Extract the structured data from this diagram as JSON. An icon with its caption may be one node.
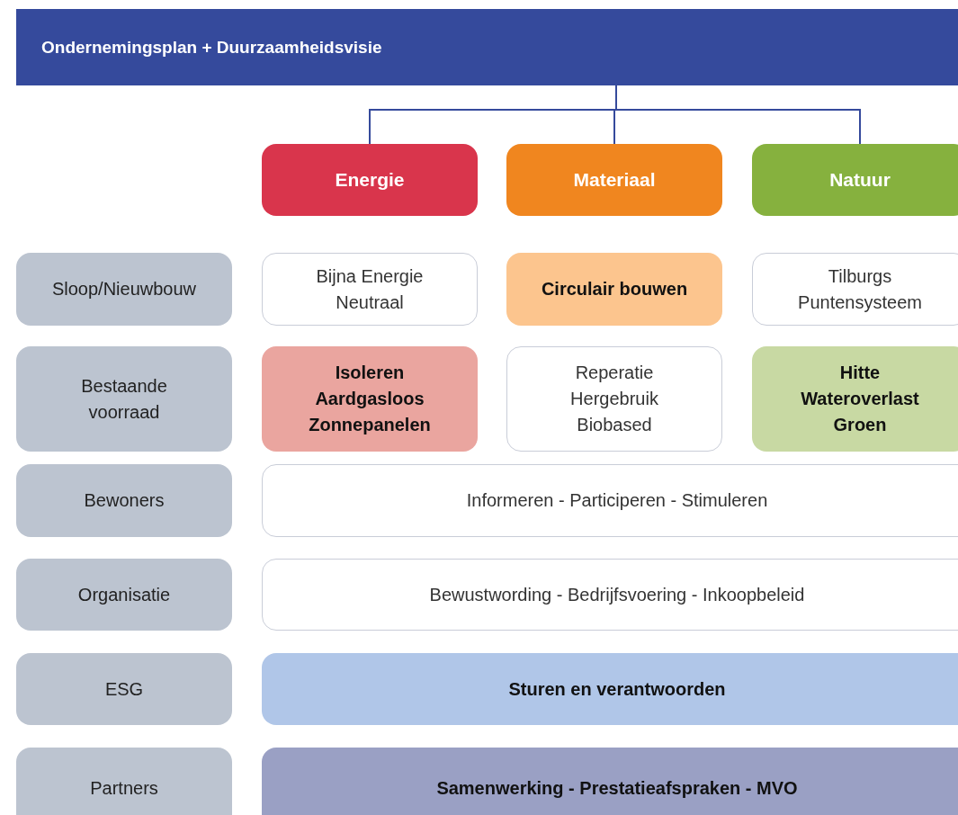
{
  "diagram": {
    "nodes": [
      {
        "text": [
          "Ondernemingsplan + Duurzaamheidsvisie"
        ]
      },
      {
        "text": [
          "Energie"
        ]
      },
      {
        "text": [
          "Materiaal"
        ]
      },
      {
        "text": [
          "Natuur"
        ]
      },
      {
        "text": [
          "Sloop/Nieuwbouw"
        ]
      },
      {
        "text": [
          "Bijna Energie Neutraal"
        ]
      },
      {
        "text": [
          "Circulair bouwen"
        ]
      },
      {
        "text": [
          "Tilburgs Puntensysteem"
        ]
      },
      {
        "text": [
          "Bestaande voorraad"
        ]
      },
      {
        "text": [
          "Isoleren Aardgasloos Zonnepanelen"
        ]
      },
      {
        "text": [
          "Reperatie Hergebruik Biobased"
        ]
      },
      {
        "text": [
          "Hitte Wateroverlast Groen"
        ]
      },
      {
        "text": [
          "Bewoners"
        ]
      },
      {
        "text": [
          "Informeren - Participeren - Stimuleren"
        ]
      },
      {
        "text": [
          "Organisatie"
        ]
      },
      {
        "text": [
          "Bewustwording - Bedrijfsvoering - Inkoopbeleid"
        ]
      },
      {
        "text": [
          "ESG"
        ]
      },
      {
        "text": [
          "Sturen en verantwoorden"
        ]
      },
      {
        "text": [
          "Partners"
        ]
      },
      {
        "text": [
          "Samenwerking - Prestatieafspraken - MVO"
        ]
      }
    ],
    "edges": [
      {
        "from": 0,
        "to": 1,
        "arrow": "none"
      },
      {
        "from": 0,
        "to": 2,
        "arrow": "none"
      },
      {
        "from": 0,
        "to": 3,
        "arrow": "none"
      }
    ]
  }
}
